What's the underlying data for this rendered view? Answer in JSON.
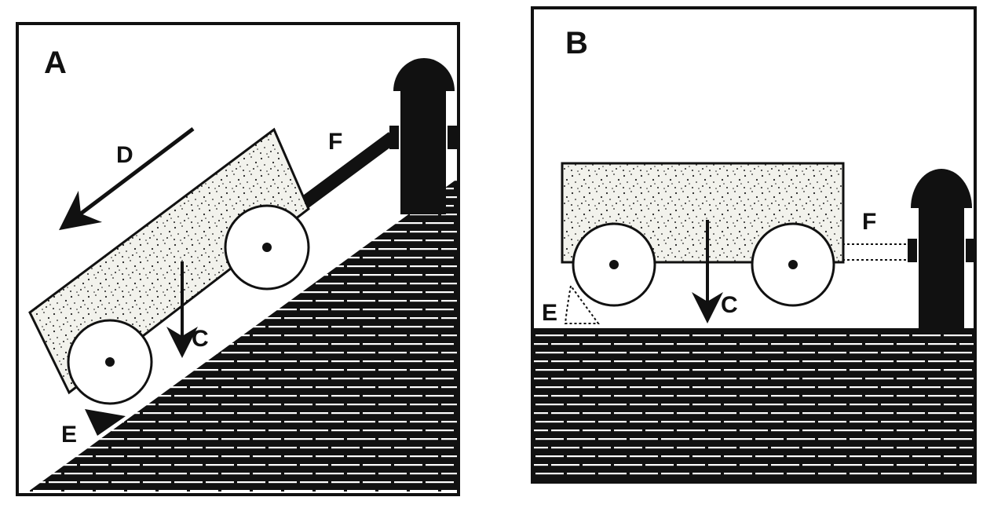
{
  "panels": [
    {
      "label": "A",
      "forces": {
        "gravity": "C",
        "downslope": "D",
        "chock": "E",
        "tether": "F"
      }
    },
    {
      "label": "B",
      "forces": {
        "gravity": "C",
        "chock": "E",
        "tether": "F"
      }
    }
  ],
  "colors": {
    "ink": "#111111",
    "paper": "#ffffff",
    "sand": "#f2f2ec"
  }
}
